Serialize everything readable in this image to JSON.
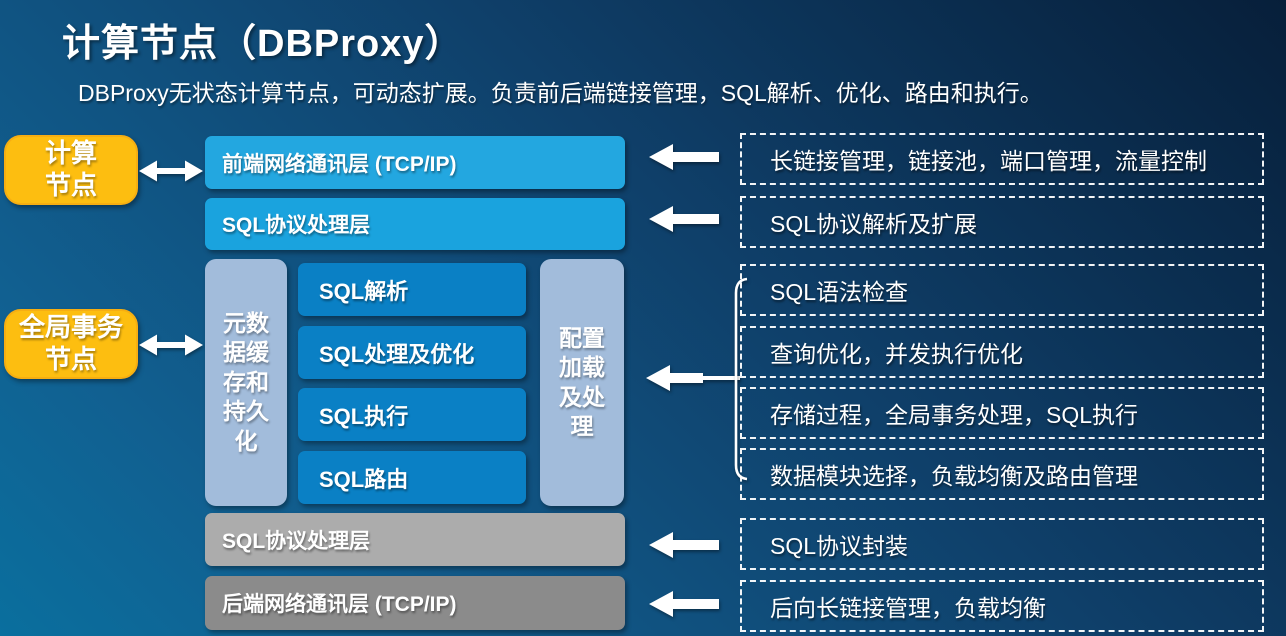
{
  "page": {
    "title": "计算节点（DBProxy）",
    "subtitle": "DBProxy无状态计算节点，可动态扩展。负责前后端链接管理，SQL解析、优化、路由和执行。"
  },
  "colors": {
    "background_top": "#071f3a",
    "background_bottom": "#0a6f9e",
    "node_orange": "#fdbe10",
    "layer_bright_blue": "#1fa5df",
    "core_blue": "#0a80c5",
    "side_column_blue": "#a2bcdb",
    "layer_gray_light": "#acacac",
    "layer_gray_dark": "#8b8b8b",
    "text_white": "#ffffff"
  },
  "left_nodes": {
    "compute": {
      "label": "计算\n节点"
    },
    "global_tx": {
      "label": "全局事务\n节点"
    }
  },
  "stack": {
    "front_network_layer": "前端网络通讯层 (TCP/IP)",
    "sql_protocol_layer_top": "SQL协议处理层",
    "metadata_column": "元数\n据缓\n存和\n持久\n化",
    "config_column": "配置\n加载\n及处\n理",
    "core_boxes": [
      "SQL解析",
      "SQL处理及优化",
      "SQL执行",
      "SQL路由"
    ],
    "sql_protocol_layer_bottom": "SQL协议处理层",
    "back_network_layer": "后端网络通讯层 (TCP/IP)"
  },
  "annotations": {
    "items": [
      {
        "label": "长链接管理，链接池，端口管理，流量控制"
      },
      {
        "label": "SQL协议解析及扩展"
      },
      {
        "label": "SQL语法检查"
      },
      {
        "label": "查询优化，并发执行优化"
      },
      {
        "label": "存储过程，全局事务处理，SQL执行"
      },
      {
        "label": "数据模块选择，负载均衡及路由管理"
      },
      {
        "label": "SQL协议封装"
      },
      {
        "label": "后向长链接管理，负载均衡"
      }
    ]
  }
}
